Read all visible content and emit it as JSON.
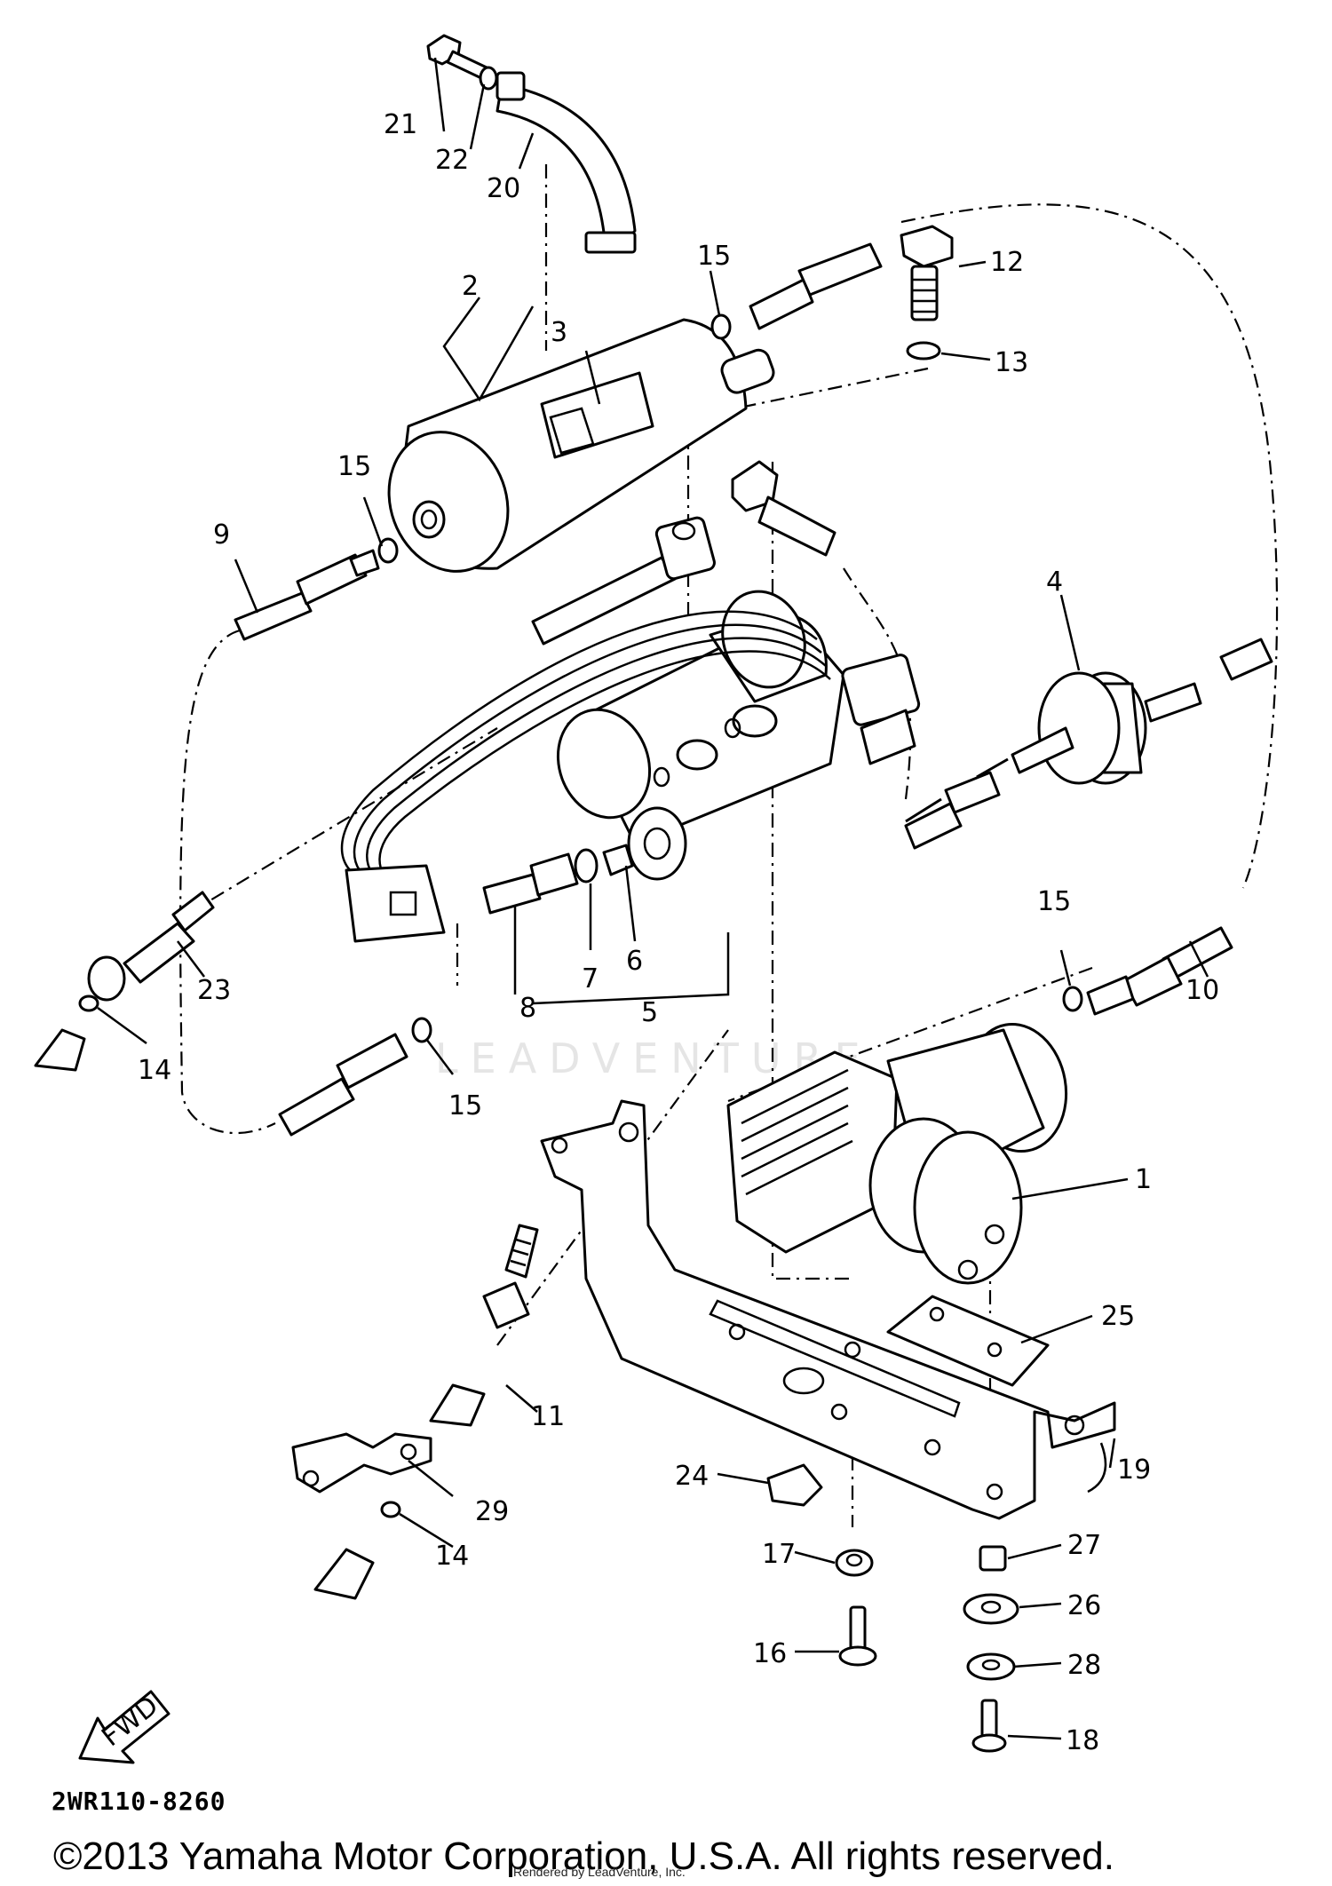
{
  "diagram": {
    "part_numbers": [
      "1",
      "2",
      "3",
      "4",
      "5",
      "6",
      "7",
      "8",
      "9",
      "10",
      "11",
      "12",
      "13",
      "14",
      "15",
      "16",
      "17",
      "18",
      "19",
      "20",
      "21",
      "22",
      "23",
      "24",
      "25",
      "26",
      "27",
      "28",
      "29"
    ],
    "fwd_label": "FWD",
    "watermark": "LEADVENTURE"
  },
  "footer": {
    "diagram_code": "2WR110-8260",
    "copyright": "©2013 Yamaha Motor Corporation, U.S.A. All rights reserved.",
    "rendered_by": "Rendered by LeadVenture, Inc."
  }
}
